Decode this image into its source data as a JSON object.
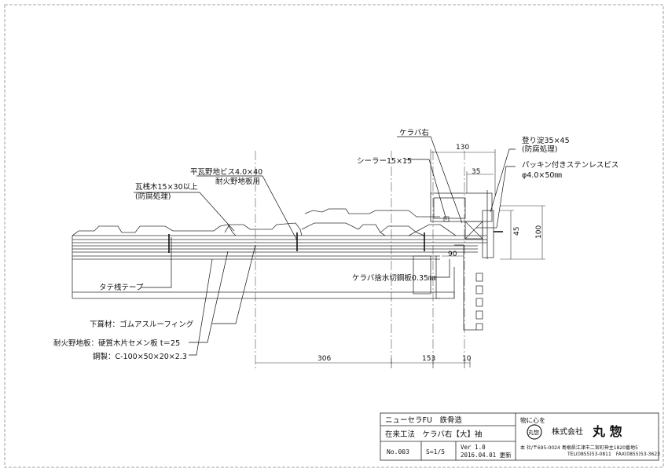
{
  "labels": {
    "kerabamigi": "ケラバ右",
    "nobori": "登り淀35×45",
    "nobori_sub": "(防腐処理)",
    "packing": "パッキン付きステンレスビス",
    "packing_sub": "φ4.0×50㎜",
    "sealer": "シーラー15×15",
    "hira_vis": "平瓦野地ビス4.0×40",
    "hira_vis_sub": "耐火野地板用",
    "kawara": "瓦桟木15×30以上",
    "kawara_sub": "(防腐処理)",
    "tatesan": "タテ桟テープ",
    "kerabasui": "ケラバ捨水切鋼板0.35㎜",
    "shitabuki": "下葺材：ゴムアスルーフィング",
    "nojiita": "耐火野地板：硬質木片セメン板 t＝25",
    "kousei": "鋼製：C-100×50×20×2.3"
  },
  "dims": {
    "d130": "130",
    "d35": "35",
    "d45": "45",
    "d100": "100",
    "d90": "90",
    "d306": "306",
    "d153": "153",
    "d10": "10"
  },
  "title_block": {
    "product": "ニューセラFU　鉄骨造",
    "method": "在来工法　ケラバ右【大】袖",
    "no": "No.003",
    "scale": "S=1/5",
    "ver": "Ver 1.0",
    "date": "2016.04.01 更新",
    "motto": "物に心を",
    "seal": "丸惣",
    "company_pre": "株式会社",
    "company_name": "丸 惣",
    "address": "本 社/〒695-0024 島根県江津市二宮町神主1820番地5",
    "tel": "TEL(0855)53-0811　FAX(0855)53-3623"
  }
}
